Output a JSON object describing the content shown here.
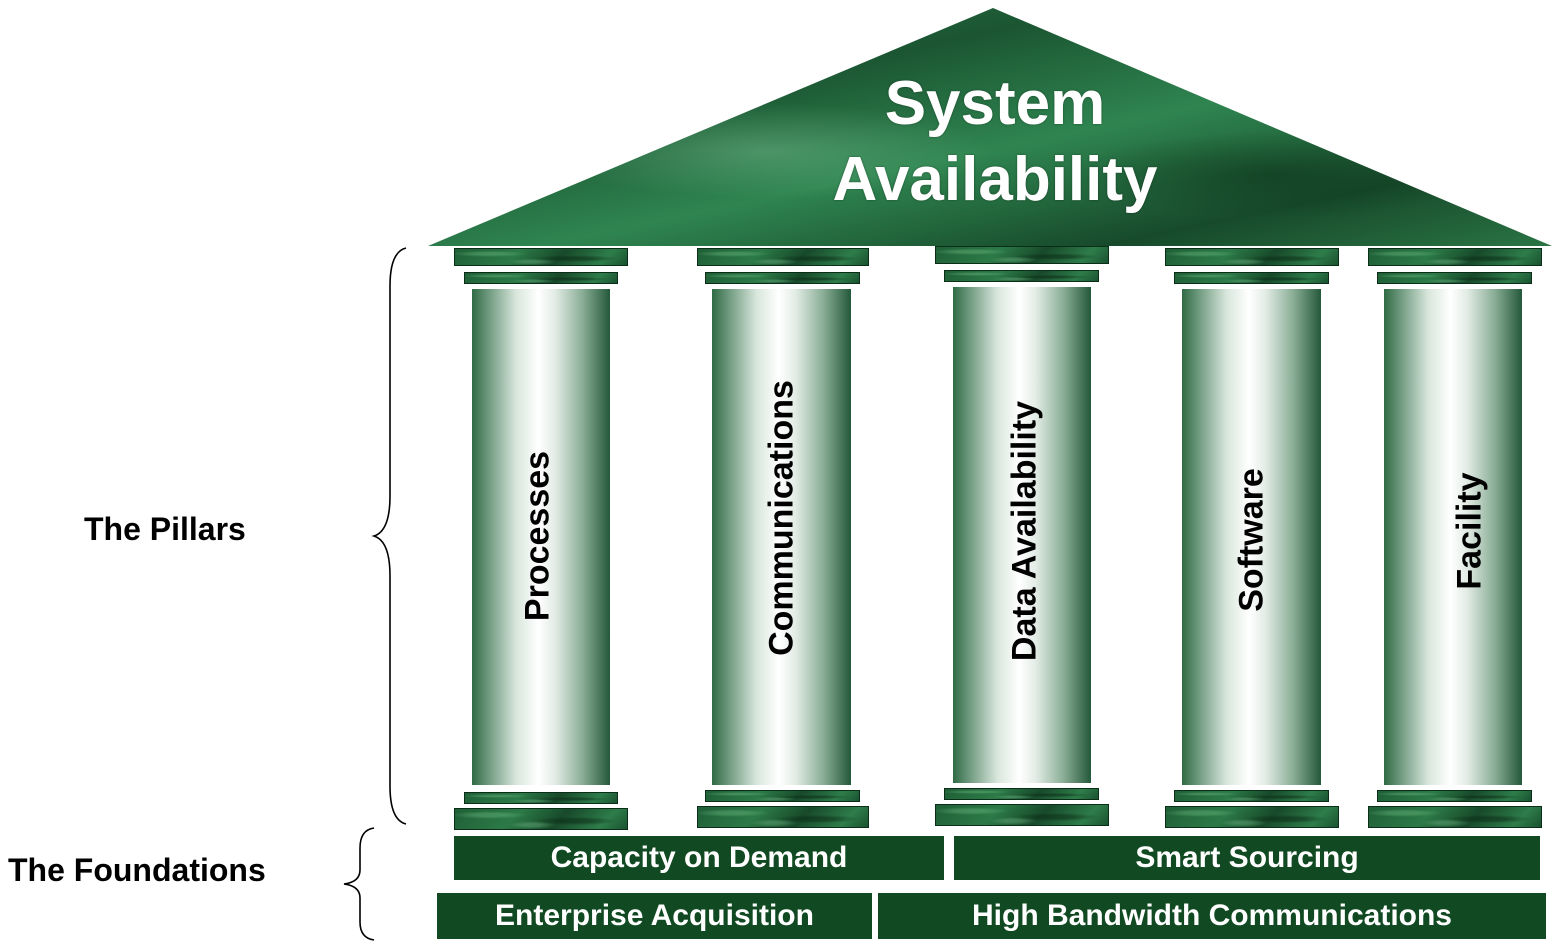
{
  "roof": {
    "title_line1": "System",
    "title_line2": "Availability"
  },
  "pillars": [
    {
      "label": "Processes"
    },
    {
      "label": "Communications"
    },
    {
      "label": "Data Availability"
    },
    {
      "label": "Software"
    },
    {
      "label": "Facility"
    }
  ],
  "foundations": {
    "row1": [
      {
        "label": "Capacity on Demand"
      },
      {
        "label": "Smart Sourcing"
      }
    ],
    "row2": [
      {
        "label": "Enterprise Acquisition"
      },
      {
        "label": "High Bandwidth Communications"
      }
    ]
  },
  "side_labels": {
    "pillars": "The Pillars",
    "foundations": "The Foundations"
  },
  "colors": {
    "marble_green": "#2c7a47",
    "foundation_green": "#114a22"
  }
}
